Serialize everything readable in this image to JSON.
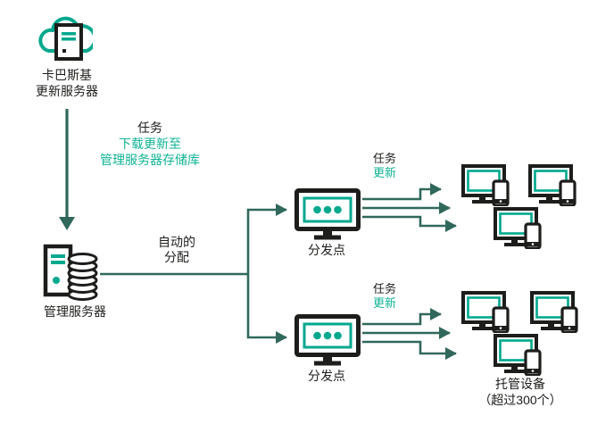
{
  "diagram": {
    "colors": {
      "teal": "#00A88E",
      "teal_text": "#10B394",
      "dark_green": "#30685B",
      "ink": "#1D1D1B",
      "background": "#FFFFFF"
    },
    "nodes": {
      "update_server": {
        "label_line1": "卡巴斯基",
        "label_line2": "更新服务器",
        "icon": "cloud-server-icon"
      },
      "admin_server": {
        "label": "管理服务器",
        "icon": "server-database-icon"
      },
      "distribution_point_top": {
        "label": "分发点",
        "icon": "monitor-dots-icon"
      },
      "distribution_point_bottom": {
        "label": "分发点",
        "icon": "monitor-dots-icon"
      },
      "managed_devices": {
        "label_line1": "托管设备",
        "label_line2": "（超过300个）",
        "icon": "monitor-phone-icon",
        "device_count_top": 3,
        "device_count_bottom": 3
      }
    },
    "annotations": {
      "download_task": {
        "title": "任务",
        "line1": "下载更新至",
        "line2": "管理服务器存储库"
      },
      "auto_distribution": {
        "line1": "自动的",
        "line2": "分配"
      },
      "update_task_top": {
        "title": "任务",
        "subtitle": "更新"
      },
      "update_task_bottom": {
        "title": "任务",
        "subtitle": "更新"
      }
    }
  }
}
